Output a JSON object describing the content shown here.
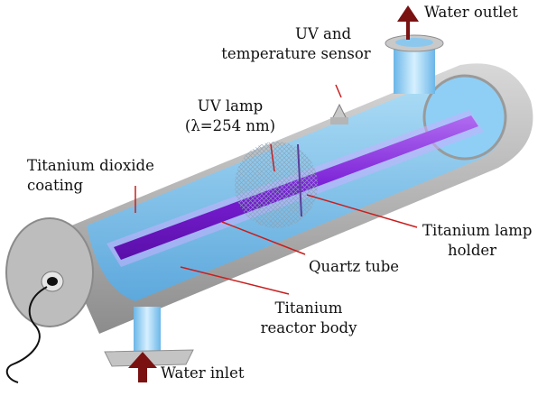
{
  "labels": {
    "water_outlet": "Water outlet",
    "water_inlet": "Water inlet",
    "sensor_line1": "UV and",
    "sensor_line2": "temperature sensor",
    "lamp_line1": "UV lamp",
    "lamp_line2": "(λ=254 nm)",
    "coating_line1": "Titanium dioxide",
    "coating_line2": "coating",
    "holder_line1": "Titanium lamp",
    "holder_line2": "holder",
    "quartz": "Quartz tube",
    "body_line1": "Titanium",
    "body_line2": "reactor body"
  },
  "colors": {
    "flow_arrow": "#7a1212",
    "water": "#7cc3f0",
    "uv_lamp": "#8a2be2",
    "steel": "#a8a8a8"
  }
}
